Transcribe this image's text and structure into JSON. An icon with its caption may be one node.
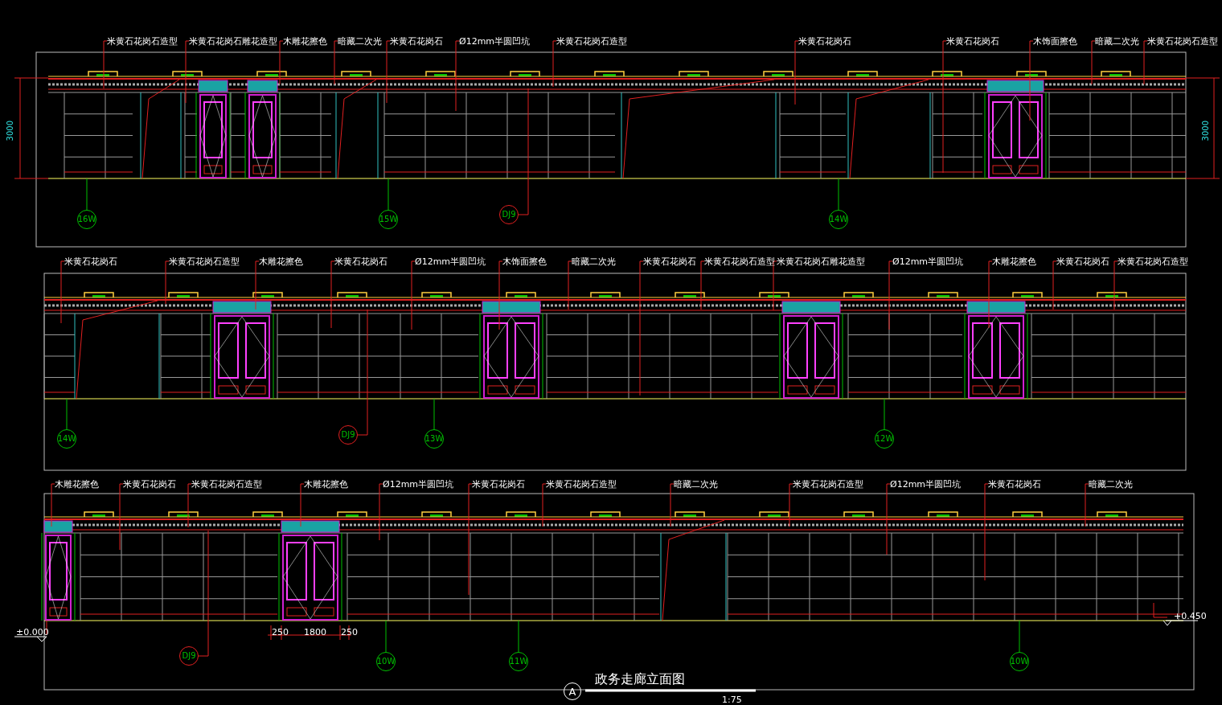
{
  "diagram": {
    "title": "政务走廊立面图",
    "nodes": [
      {
        "text": [
          "米黄石花岗石造型"
        ]
      },
      {
        "text": [
          "米黄石花岗石雕花造型"
        ]
      },
      {
        "text": [
          "木雕花擦色"
        ]
      },
      {
        "text": [
          "暗藏二次光"
        ]
      },
      {
        "text": [
          "米黄石花岗石"
        ]
      },
      {
        "text": [
          "Ø12mm半圆凹坑"
        ]
      },
      {
        "text": [
          "米黄石花岗石造型"
        ]
      },
      {
        "text": [
          "米黄石花岗石"
        ]
      },
      {
        "text": [
          "米黄石花岗石"
        ]
      },
      {
        "text": [
          "木饰面擦色"
        ]
      },
      {
        "text": [
          "暗藏二次光"
        ]
      },
      {
        "text": [
          "米黄石花岗石造型"
        ]
      },
      {
        "text": [
          "16W"
        ]
      },
      {
        "text": [
          "15W"
        ]
      },
      {
        "text": [
          "DJ9"
        ]
      },
      {
        "text": [
          "14W"
        ]
      },
      {
        "text": [
          "米黄石花岗石"
        ]
      },
      {
        "text": [
          "米黄石花岗石造型"
        ]
      },
      {
        "text": [
          "木雕花擦色"
        ]
      },
      {
        "text": [
          "米黄石花岗石"
        ]
      },
      {
        "text": [
          "Ø12mm半圆凹坑"
        ]
      },
      {
        "text": [
          "木饰面擦色"
        ]
      },
      {
        "text": [
          "暗藏二次光"
        ]
      },
      {
        "text": [
          "米黄石花岗石"
        ]
      },
      {
        "text": [
          "米黄石花岗石造型"
        ]
      },
      {
        "text": [
          "米黄石花岗石雕花造型"
        ]
      },
      {
        "text": [
          "Ø12mm半圆凹坑"
        ]
      },
      {
        "text": [
          "木雕花擦色"
        ]
      },
      {
        "text": [
          "米黄石花岗石"
        ]
      },
      {
        "text": [
          "米黄石花岗石造型"
        ]
      },
      {
        "text": [
          "14W"
        ]
      },
      {
        "text": [
          "DJ9"
        ]
      },
      {
        "text": [
          "13W"
        ]
      },
      {
        "text": [
          "12W"
        ]
      },
      {
        "text": [
          "木雕花擦色"
        ]
      },
      {
        "text": [
          "米黄石花岗石"
        ]
      },
      {
        "text": [
          "米黄石花岗石造型"
        ]
      },
      {
        "text": [
          "木雕花擦色"
        ]
      },
      {
        "text": [
          "Ø12mm半圆凹坑"
        ]
      },
      {
        "text": [
          "米黄石花岗石"
        ]
      },
      {
        "text": [
          "米黄石花岗石造型"
        ]
      },
      {
        "text": [
          "暗藏二次光"
        ]
      },
      {
        "text": [
          "米黄石花岗石造型"
        ]
      },
      {
        "text": [
          "Ø12mm半圆凹坑"
        ]
      },
      {
        "text": [
          "米黄石花岗石"
        ]
      },
      {
        "text": [
          "暗藏二次光"
        ]
      },
      {
        "text": [
          "DJ9"
        ]
      },
      {
        "text": [
          "10W"
        ]
      },
      {
        "text": [
          "11W"
        ]
      },
      {
        "text": [
          "10W"
        ]
      },
      {
        "text": [],
        "shape": "picture"
      },
      {
        "text": [],
        "shape": "picture"
      },
      {
        "text": [],
        "shape": "picture"
      }
    ],
    "edges": [
      {
        "from": 0,
        "to": 50,
        "arrow": "none"
      },
      {
        "from": 1,
        "to": 50,
        "arrow": "none"
      },
      {
        "from": 2,
        "to": 50,
        "arrow": "none"
      },
      {
        "from": 3,
        "to": 50,
        "arrow": "none"
      },
      {
        "from": 4,
        "to": 50,
        "arrow": "none"
      },
      {
        "from": 5,
        "to": 50,
        "arrow": "none"
      },
      {
        "from": 6,
        "to": 50,
        "arrow": "none"
      },
      {
        "from": 7,
        "to": 50,
        "arrow": "none"
      },
      {
        "from": 8,
        "to": 50,
        "arrow": "none"
      },
      {
        "from": 9,
        "to": 50,
        "arrow": "none"
      },
      {
        "from": 10,
        "to": 50,
        "arrow": "none"
      },
      {
        "from": 11,
        "to": 50,
        "arrow": "none"
      },
      {
        "from": 12,
        "to": 50,
        "arrow": "none",
        "color": "#00c000"
      },
      {
        "from": 13,
        "to": 50,
        "arrow": "none",
        "color": "#00c000"
      },
      {
        "from": 14,
        "to": 50,
        "arrow": "none"
      },
      {
        "from": 15,
        "to": 50,
        "arrow": "none",
        "color": "#00c000"
      },
      {
        "from": 16,
        "to": 51,
        "arrow": "none"
      },
      {
        "from": 17,
        "to": 51,
        "arrow": "none"
      },
      {
        "from": 18,
        "to": 51,
        "arrow": "none"
      },
      {
        "from": 19,
        "to": 51,
        "arrow": "none"
      },
      {
        "from": 20,
        "to": 51,
        "arrow": "none"
      },
      {
        "from": 21,
        "to": 51,
        "arrow": "none"
      },
      {
        "from": 22,
        "to": 51,
        "arrow": "none"
      },
      {
        "from": 23,
        "to": 51,
        "arrow": "none"
      },
      {
        "from": 24,
        "to": 51,
        "arrow": "none"
      },
      {
        "from": 25,
        "to": 51,
        "arrow": "none"
      },
      {
        "from": 26,
        "to": 51,
        "arrow": "none"
      },
      {
        "from": 27,
        "to": 51,
        "arrow": "none"
      },
      {
        "from": 28,
        "to": 51,
        "arrow": "none"
      },
      {
        "from": 29,
        "to": 51,
        "arrow": "none"
      },
      {
        "from": 30,
        "to": 51,
        "arrow": "none",
        "color": "#00c000"
      },
      {
        "from": 31,
        "to": 51,
        "arrow": "none"
      },
      {
        "from": 32,
        "to": 51,
        "arrow": "none",
        "color": "#00c000"
      },
      {
        "from": 33,
        "to": 51,
        "arrow": "none",
        "color": "#00c000"
      },
      {
        "from": 34,
        "to": 52,
        "arrow": "none"
      },
      {
        "from": 35,
        "to": 52,
        "arrow": "none"
      },
      {
        "from": 36,
        "to": 52,
        "arrow": "none"
      },
      {
        "from": 37,
        "to": 52,
        "arrow": "none"
      },
      {
        "from": 38,
        "to": 52,
        "arrow": "none"
      },
      {
        "from": 39,
        "to": 52,
        "arrow": "none"
      },
      {
        "from": 40,
        "to": 52,
        "arrow": "none"
      },
      {
        "from": 41,
        "to": 52,
        "arrow": "none"
      },
      {
        "from": 42,
        "to": 52,
        "arrow": "none"
      },
      {
        "from": 43,
        "to": 52,
        "arrow": "none"
      },
      {
        "from": 44,
        "to": 52,
        "arrow": "none"
      },
      {
        "from": 45,
        "to": 52,
        "arrow": "none"
      },
      {
        "from": 46,
        "to": 52,
        "arrow": "none"
      },
      {
        "from": 47,
        "to": 52,
        "arrow": "none",
        "color": "#00c000"
      },
      {
        "from": 48,
        "to": 52,
        "arrow": "none",
        "color": "#00c000"
      },
      {
        "from": 49,
        "to": 52,
        "arrow": "none",
        "color": "#00c000"
      }
    ],
    "labels": [
      "3000",
      "3000",
      "±0.000",
      "250",
      "1800",
      "250",
      "+0.450",
      "A",
      "1:75"
    ]
  }
}
